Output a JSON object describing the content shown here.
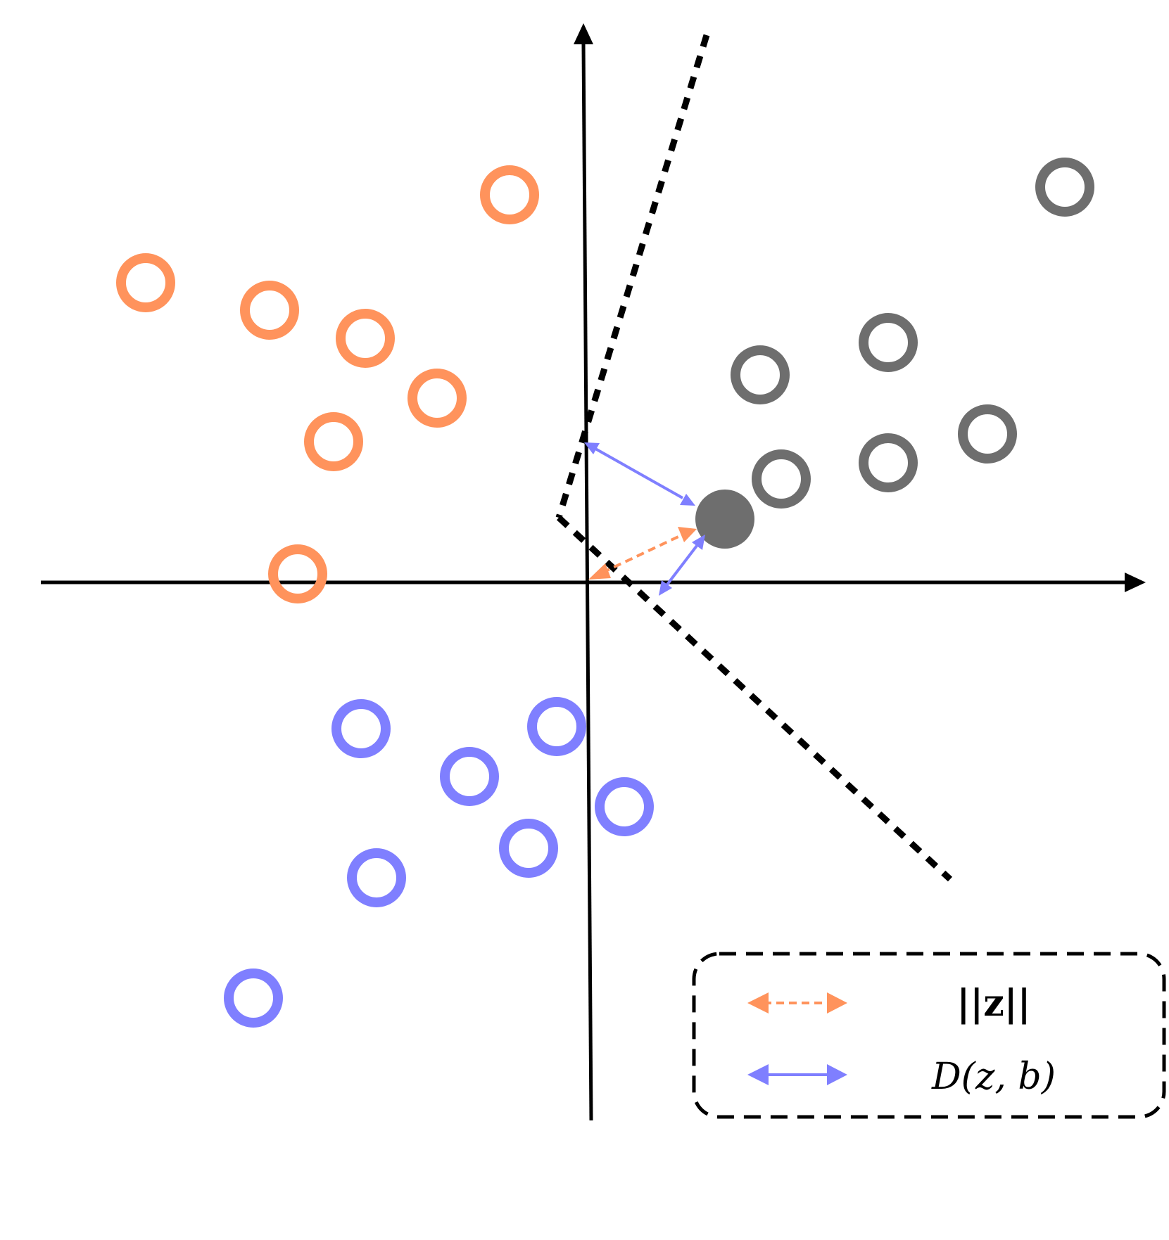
{
  "colors": {
    "orange": "#FF935C",
    "blue": "#7F7FFF",
    "gray": "#6E6E6E",
    "axis": "#000000"
  },
  "legend": {
    "items": [
      {
        "label": "||z||",
        "style": "dashed-double-arrow",
        "color": "orange"
      },
      {
        "label": "D(z, b)",
        "style": "solid-double-arrow",
        "color": "blue"
      }
    ]
  }
}
